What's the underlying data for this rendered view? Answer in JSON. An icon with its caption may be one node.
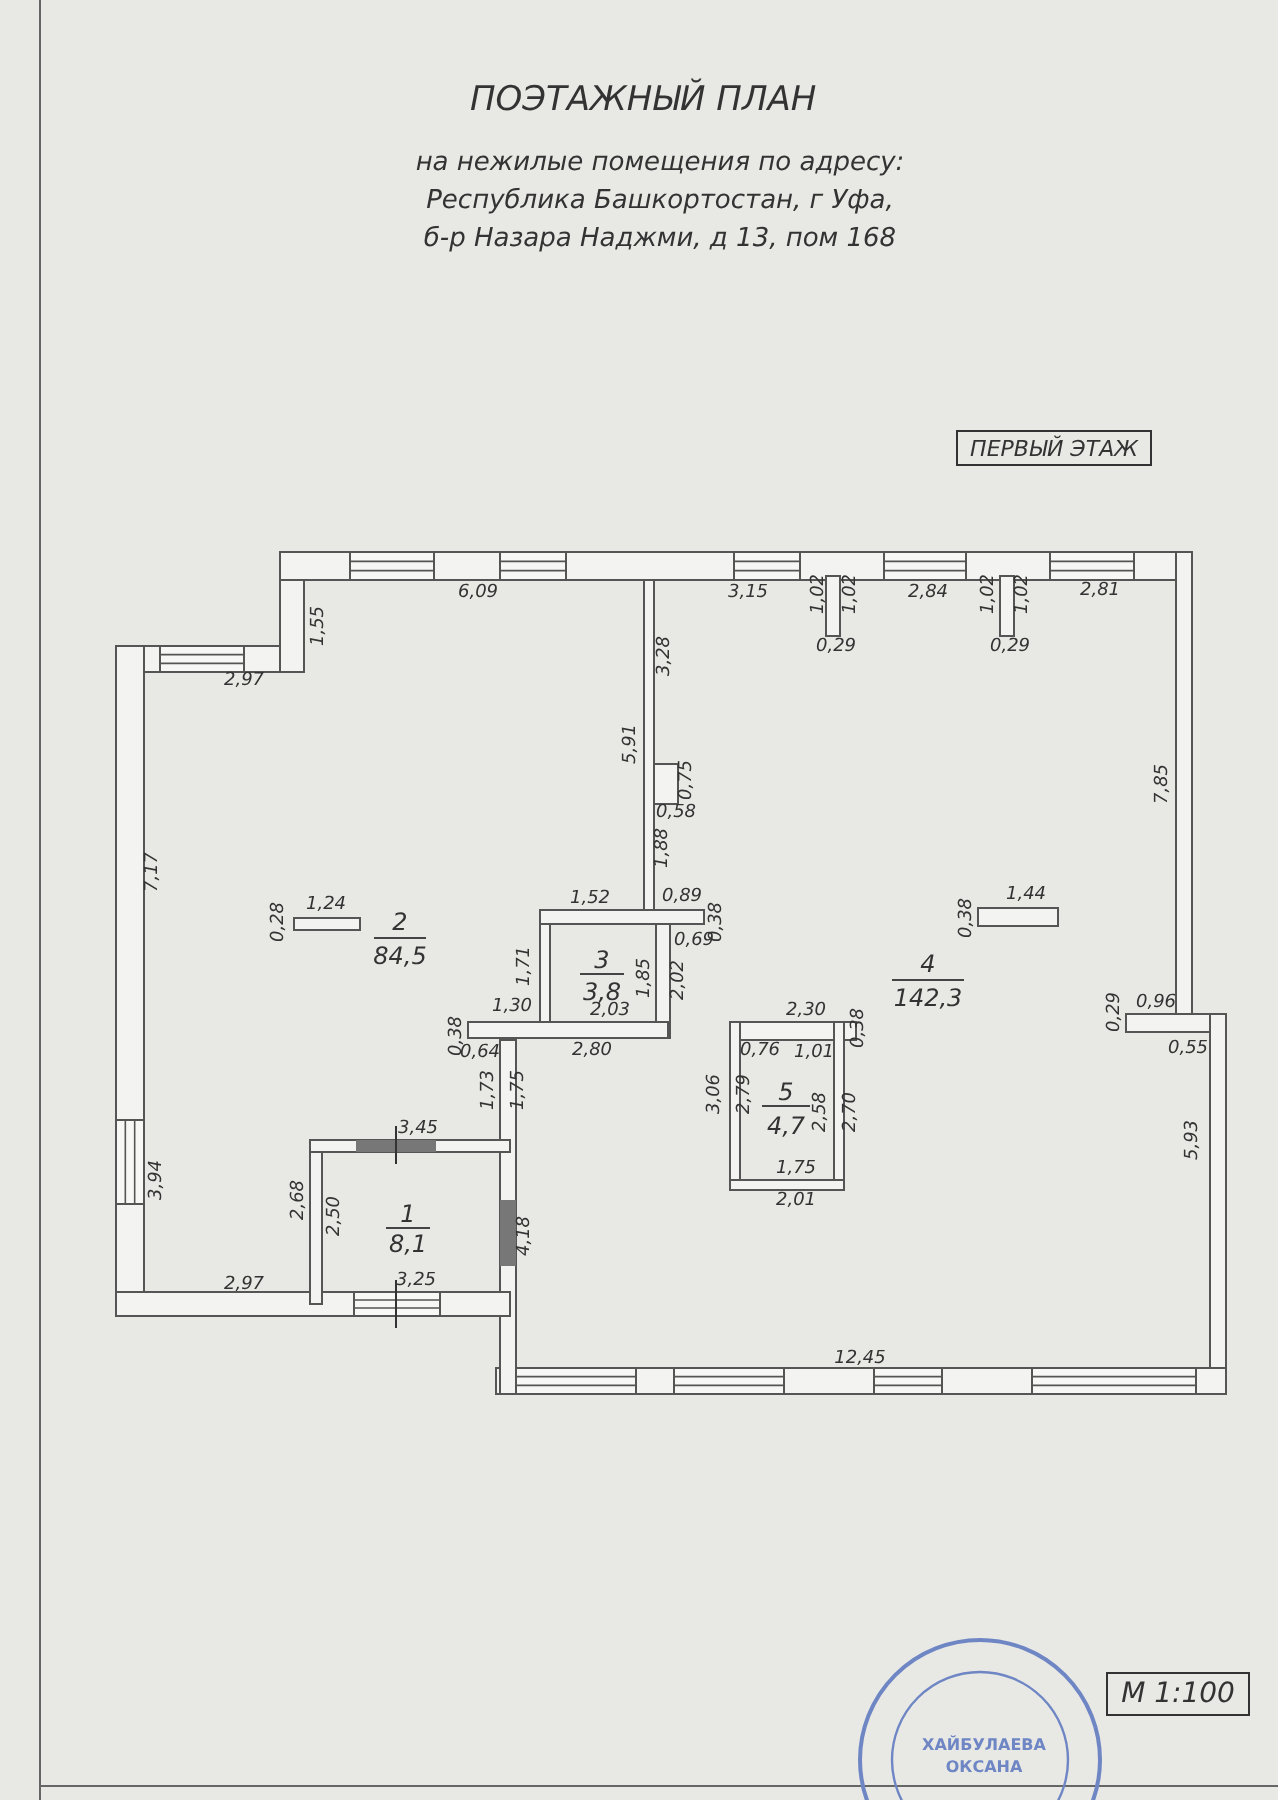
{
  "diagram": {
    "title": "ПОЭТАЖНЫЙ ПЛАН",
    "nodes": [
      {
        "text": [
          "ПЕРВЫЙ ЭТАЖ"
        ]
      },
      {
        "text": [
          "М 1:100"
        ]
      }
    ],
    "labels": [
      "на нежилые помещения по адресу: Республика Башкортостан, г Уфа, б-р Назара Наджми, д 13, пом 168",
      "6,09",
      "3,15",
      "1,02",
      "1,02",
      "2,84",
      "1,02",
      "1,02",
      "2,81",
      "1,55",
      "3,28",
      "2,97",
      "0,29",
      "0,29",
      "5,91",
      "0,75",
      "0,58",
      "7,17",
      "7,85",
      "1,88",
      "0,28",
      "1,24",
      "2",
      "1,52",
      "0,89",
      "0,38",
      "0,38",
      "1,44",
      "84,5",
      "1,71",
      "3",
      "0,69",
      "4",
      "1,30",
      "3,8",
      "1,85",
      "2,02",
      "2,30",
      "142,3",
      "0,29",
      "0,96",
      "0,38",
      "2,03",
      "0,76",
      "0,38",
      "0,64",
      "2,80",
      "1,01",
      "0,55",
      "1,73",
      "1,75",
      "3,06",
      "2,79",
      "5",
      "2,58",
      "2,70",
      "3,45",
      "4,7",
      "5,93",
      "3,94",
      "1,75",
      "2,68",
      "2,50",
      "1",
      "2,01",
      "8,1",
      "4,18",
      "2,97",
      "3,25",
      "12,45",
      "ХАЙБУЛАЕВА",
      "ОКСАНА"
    ]
  }
}
